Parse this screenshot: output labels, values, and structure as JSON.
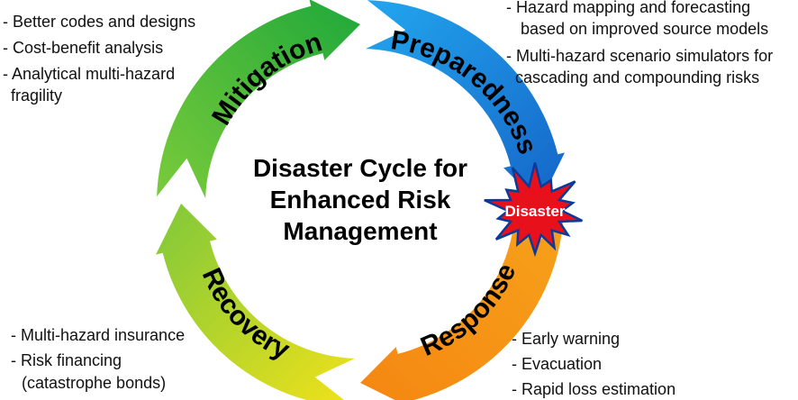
{
  "center_title": [
    "Disaster Cycle for",
    "Enhanced Risk",
    "Management"
  ],
  "event_label": "Disaster",
  "phases": {
    "mitigation": "Mitigation",
    "preparedness": "Preparedness",
    "response": "Response",
    "recovery": "Recovery"
  },
  "notes": {
    "mitigation": [
      "- Better codes and designs",
      "- Cost-benefit analysis",
      "- Analytical multi-hazard",
      "fragility"
    ],
    "preparedness": [
      "- Hazard mapping and forecasting",
      "based on improved source models",
      "- Multi-hazard scenario simulators for",
      "cascading and compounding risks"
    ],
    "response": [
      "- Early warning",
      "- Evacuation",
      "- Rapid loss estimation"
    ],
    "recovery": [
      "- Multi-hazard insurance",
      "- Risk financing",
      "(catastrophe bonds)"
    ]
  },
  "colors": {
    "mitigation": "#3cb83a",
    "preparedness": "#1e8fe0",
    "response": "#f08a10",
    "recovery": "#c8dc2a",
    "burst": "#e8101a",
    "burst_edge": "#0a3a9a"
  }
}
